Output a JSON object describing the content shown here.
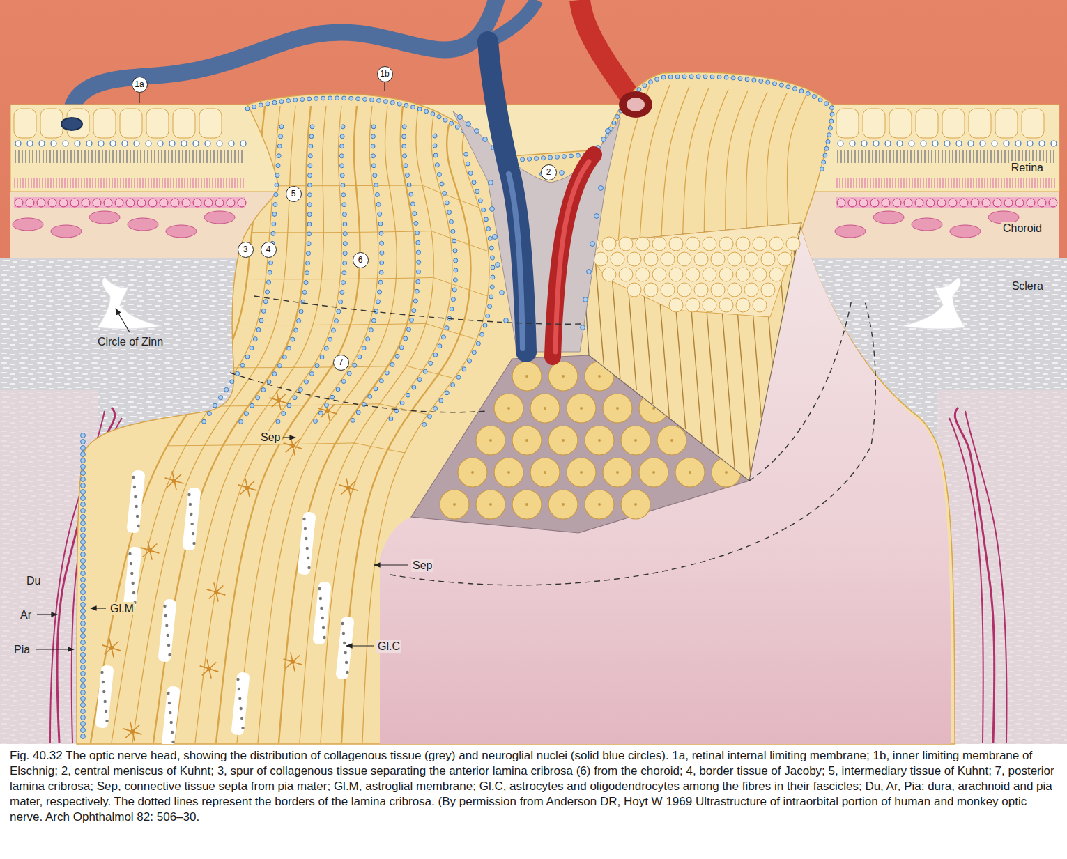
{
  "diagram": {
    "caption": "Fig. 40.32 The optic nerve head, showing the distribution of collagenous tissue (grey) and neuroglial nuclei (solid blue circles). 1a, retinal internal limiting membrane; 1b, inner limiting membrane of Elschnig; 2, central meniscus of Kuhnt; 3, spur of collagenous tissue separating the anterior lamina cribrosa (6) from the choroid; 4, border tissue of Jacoby; 5, intermediary tissue of Kuhnt; 7, posterior lamina cribrosa; Sep, connective tissue septa from pia mater; Gl.M, astroglial membrane; Gl.C, astrocytes and oligodendrocytes among the fibres in their fascicles; Du, Ar, Pia: dura, arachnoid and pia mater, respectively. The dotted lines represent the borders of the lamina cribrosa. (By permission from Anderson DR, Hoyt W 1969 Ultrastructure of intraorbital portion of human and monkey optic nerve. Arch Ophthalmol 82: 506–30.",
    "nodes": [
      {
        "text": [
          "1a"
        ]
      },
      {
        "text": [
          "1b"
        ]
      },
      {
        "text": [
          "2"
        ]
      },
      {
        "text": [
          "3"
        ]
      },
      {
        "text": [
          "4"
        ]
      },
      {
        "text": [
          "5"
        ]
      },
      {
        "text": [
          "6"
        ]
      },
      {
        "text": [
          "7"
        ]
      }
    ],
    "labels": [
      "Retina",
      "Choroid",
      "Sclera",
      "Circle of Zinn",
      "Sep",
      "Sep",
      "Du",
      "Ar",
      "Gl.M",
      "Pia",
      "Gl.C"
    ]
  }
}
